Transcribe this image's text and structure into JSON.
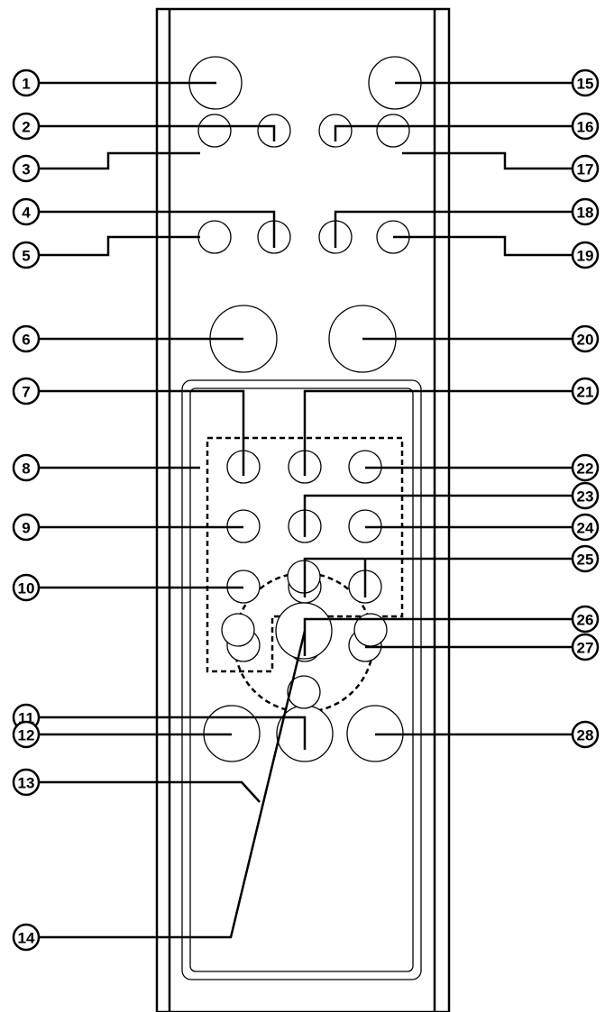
{
  "diagram": {
    "labels": {
      "1": "1",
      "2": "2",
      "3": "3",
      "4": "4",
      "5": "5",
      "6": "6",
      "7": "7",
      "8": "8",
      "9": "9",
      "10": "10",
      "11": "11",
      "12": "12",
      "13": "13",
      "14": "14",
      "15": "15",
      "16": "16",
      "17": "17",
      "18": "18",
      "19": "19",
      "20": "20",
      "21": "21",
      "22": "22",
      "23": "23",
      "24": "24",
      "25": "25",
      "26": "26",
      "27": "27",
      "28": "28"
    }
  }
}
